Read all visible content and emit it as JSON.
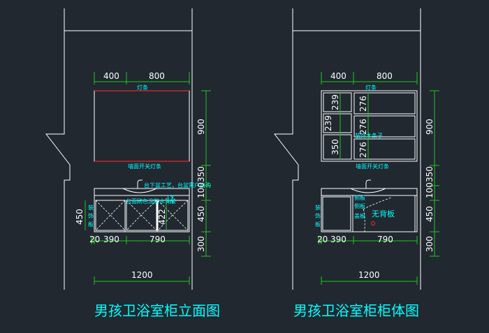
{
  "colors": {
    "background": "#212830",
    "dimension": "#21c421",
    "annotation": "#00ffff",
    "line": "#ffffff",
    "marker": "#ff3030"
  },
  "left": {
    "title": "男孩卫浴室柜立面图",
    "top_dims": [
      "400",
      "800"
    ],
    "right_dims": [
      "900",
      "350",
      "100",
      "450",
      "300"
    ],
    "bottom_dims": [
      "20",
      "390",
      "790"
    ],
    "overall_dim": "1200",
    "inner_dim_left": "450",
    "inner_dim_center": "422",
    "inner_dim_top": "32",
    "notes": {
      "light_strip_top": "灯条",
      "wall_switch_strip": "墙面开关灯条",
      "counter_note": "台下盆工艺，台盆需户自购",
      "drawer_note": "台面刷色涂防水乳胶",
      "side_panel": [
        "装",
        "饰",
        "板"
      ]
    }
  },
  "right": {
    "title": "男孩卫浴室柜柜体图",
    "top_dims": [
      "400",
      "800"
    ],
    "right_dims": [
      "900",
      "350",
      "100",
      "450",
      "300"
    ],
    "bottom_dims": [
      "20",
      "390",
      "790"
    ],
    "overall_dim": "1200",
    "shelf_dims_left": [
      "239",
      "239",
      "350"
    ],
    "shelf_dims_right": [
      "276",
      "276",
      "276"
    ],
    "notes": {
      "light_strip_top": "灯条",
      "glass_shelf": "装饰木条子",
      "wall_switch_strip": "墙面开关灯条",
      "no_back_panel": "无背板",
      "side_panel": [
        "装",
        "饰",
        "板"
      ],
      "leg_note": [
        "侧板",
        "侧板",
        "盖板"
      ]
    }
  }
}
